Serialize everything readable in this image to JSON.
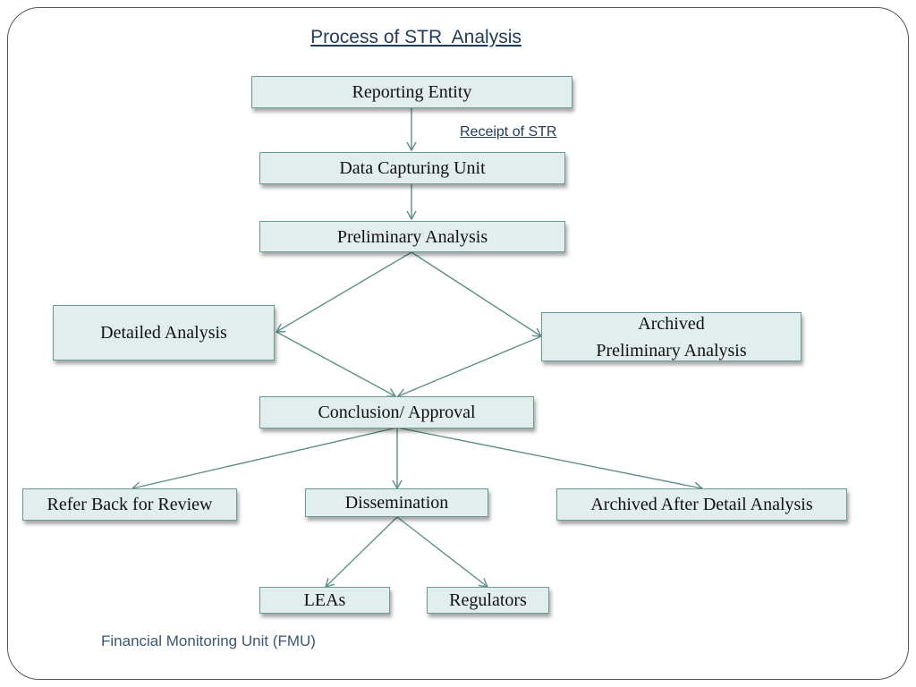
{
  "title": "Process of STR  Analysis",
  "edge_label": "Receipt of STR",
  "footer": "Financial Monitoring Unit (FMU)",
  "nodes": {
    "reporting_entity": "Reporting Entity",
    "data_capturing_unit": "Data Capturing Unit",
    "preliminary_analysis": "Preliminary Analysis",
    "detailed_analysis": "Detailed Analysis",
    "archived_preliminary": "Archived\nPreliminary Analysis",
    "conclusion_approval": "Conclusion/ Approval",
    "refer_back": "Refer Back for Review",
    "dissemination": "Dissemination",
    "archived_after_detail": "Archived After Detail Analysis",
    "leas": "LEAs",
    "regulators": "Regulators"
  },
  "colors": {
    "node_fill": "#e2edee",
    "node_border": "#6c9a96",
    "arrow": "#5f8f8a",
    "title": "#1f3a5a"
  }
}
